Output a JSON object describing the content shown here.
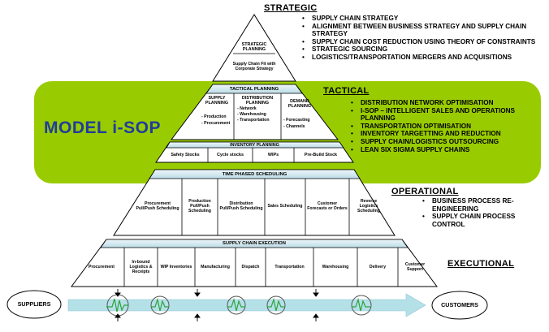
{
  "levels": {
    "strategic": "STRATEGIC",
    "tactical": "TACTICAL",
    "operational": "OPERATIONAL",
    "executional": "EXECUTIONAL"
  },
  "strategic": {
    "bullets": [
      "SUPPLY CHAIN STRATEGY",
      "ALIGNMENT BETWEEN BUSINESS STRATEGY AND SUPPLY CHAIN STRATEGY",
      "SUPPLY CHAIN COST REDUCTION USING THEORY OF CONSTRAINTS",
      "STRATEGIC SOURCING",
      "LOGISTICS/TRANSPORTATION MERGERS AND ACQUISITIONS"
    ],
    "box_title": "STRATEGIC PLANNING",
    "box_text": "Supply Chain Fit with Corporate Strategy"
  },
  "tactical": {
    "model": "MODEL i-SOP",
    "bullets": [
      "DISTRIBUTION NETWORK OPTIMISATION",
      "I-SOP – INTELLIGENT SALES AND OPERATIONS PLANNING",
      "TRANSPORTATION OPTIMISATION",
      "INVENTORY TARGETTING AND REDUCTION",
      "SUPPLY CHAIN/LOGISTICS OUTSOURCING",
      "LEAN SIX SIGMA SUPPLY CHAINS"
    ],
    "planning_title": "TACTICAL PLANNING",
    "supply": {
      "title": "SUPPLY PLANNING",
      "items": [
        "- Production",
        "- Procurement"
      ]
    },
    "distribution": {
      "title": "DISTRIBUTION PLANNING",
      "items": [
        "- Network",
        "- Warehousing",
        "- Transportation"
      ]
    },
    "demand": {
      "title": "DEMAND PLANNING",
      "items": [
        "- Forecasting",
        "- Channels"
      ]
    },
    "inventory_title": "INVENTORY PLANNING",
    "inventory_items": [
      "Safety Stocks",
      "Cycle stocks",
      "WIPs",
      "Pre-Build Stock"
    ]
  },
  "operational": {
    "bullets": [
      "BUSINESS PROCESS RE-ENGINEERING",
      "SUPPLY CHAIN PROCESS CONTROL"
    ],
    "title": "TIME PHASED SCHEDULING",
    "items": [
      "Procurement Pull/Push Scheduling",
      "Production Pull/Push Scheduling",
      "Distribution Pull/Push Scheduling",
      "Sales Scheduling",
      "Customer Forecasts or Orders",
      "Reverse Logistics Scheduling"
    ]
  },
  "execution": {
    "title": "SUPPLY CHAIN EXECUTION",
    "items": [
      "Procurement",
      "In-bound Logistics & Receipts",
      "WIP Inventories",
      "Manufacturing",
      "Dispatch",
      "Transportation",
      "Warehousing",
      "Delivery",
      "Customer Support"
    ]
  },
  "flow": {
    "start": "SUPPLIERS",
    "end": "CUSTOMERS"
  },
  "colors": {
    "tactical_band": "#99cc00",
    "planning_header": "#d9ecf2",
    "model_text": "#1f3d9b",
    "flow_arrow": "#b4e0e8",
    "pulse": "#2ea33b"
  }
}
